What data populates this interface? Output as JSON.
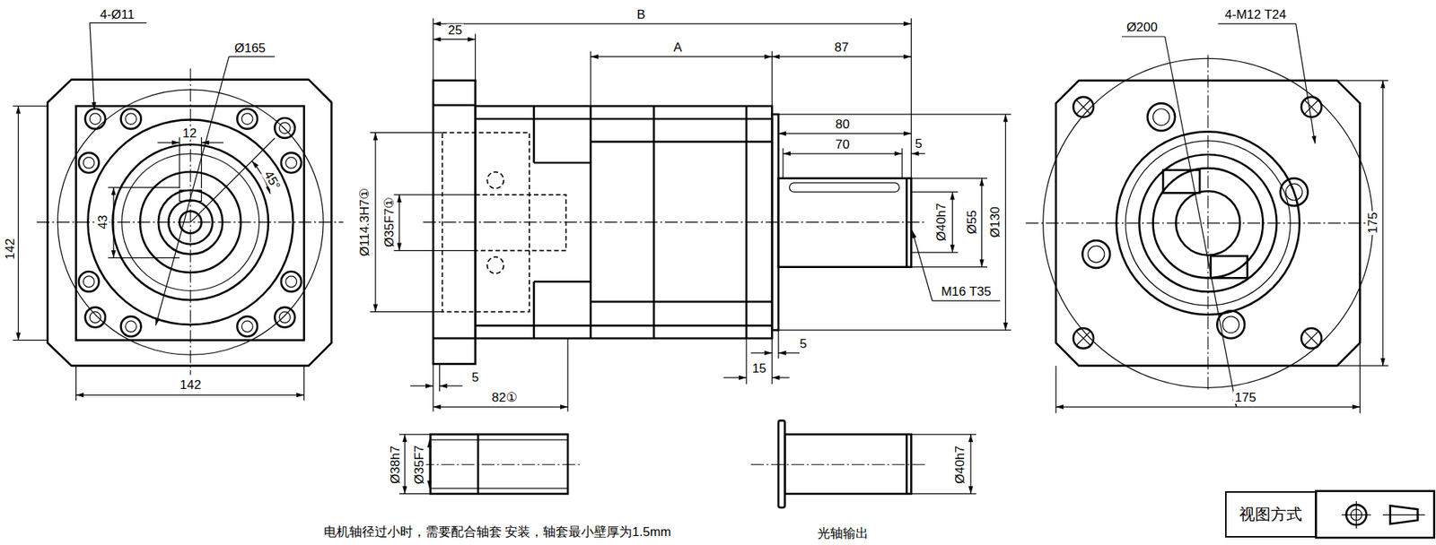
{
  "diagram": {
    "nodes": [
      {
        "text": [
          "视图方式"
        ]
      }
    ],
    "labels": [
      "4-Ø11",
      "Ø165",
      "12",
      "45°",
      "43",
      "142",
      "142",
      "B",
      "25",
      "A",
      "87",
      "80",
      "70",
      "5",
      "Ø114.3H7①",
      "Ø35F7①",
      "Ø40h7",
      "Ø55",
      "Ø130",
      "M16 T35",
      "5",
      "15",
      "5",
      "82①",
      "Ø38h7",
      "Ø35F7",
      "Ø40h7",
      "电机轴径过小时，需要配合轴套 安装，轴套最小壁厚为1.5mm",
      "光轴输出",
      "Ø200",
      "4-M12 T24",
      "175",
      "175"
    ]
  }
}
